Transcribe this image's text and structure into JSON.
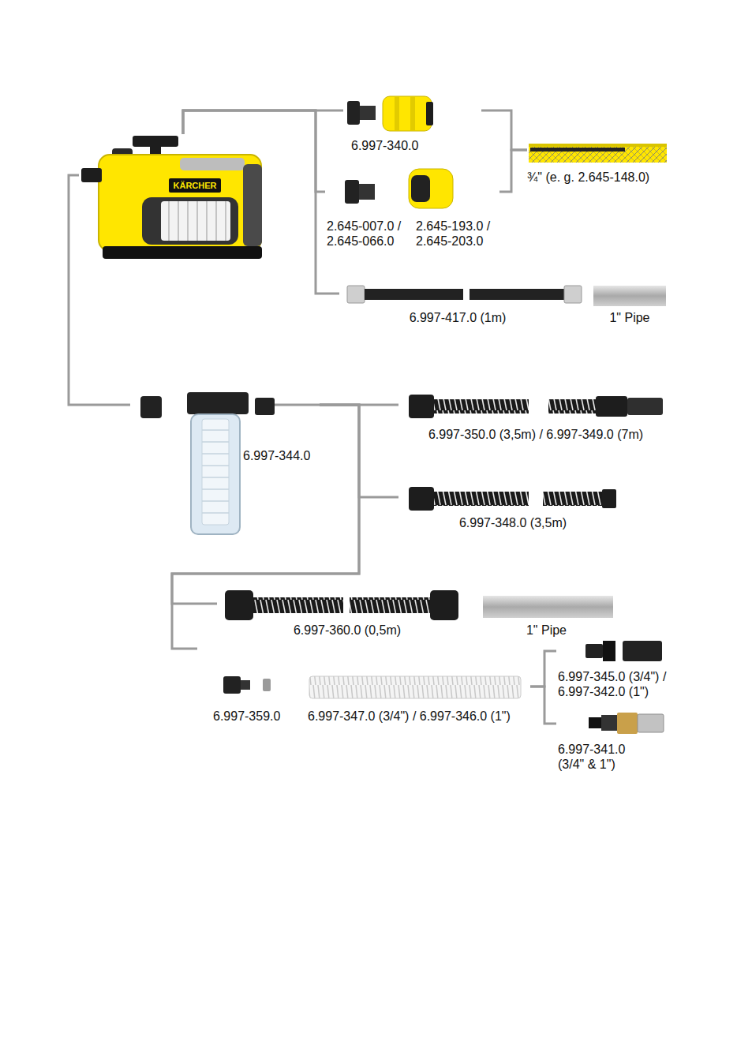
{
  "diagram": {
    "nodes": [
      {
        "text": [
          "KÄRCHER"
        ]
      },
      {
        "text": [
          "6.997-340.0"
        ]
      },
      {
        "text": [
          "¾\" (e. g. 2.645-148.0)"
        ]
      },
      {
        "text": [
          "2.645-007.0 / 2.645-066.0",
          "2.645-193.0 / 2.645-203.0"
        ]
      },
      {
        "text": [
          "6.997-417.0 (1m)"
        ]
      },
      {
        "text": [
          "1\" Pipe"
        ]
      },
      {
        "text": [
          "6.997-344.0"
        ]
      },
      {
        "text": [
          "6.997-350.0 (3,5m) / 6.997-349.0 (7m)"
        ]
      },
      {
        "text": [
          "6.997-348.0 (3,5m)"
        ]
      },
      {
        "text": [
          "6.997-360.0 (0,5m)"
        ]
      },
      {
        "text": [
          "1\" Pipe"
        ]
      },
      {
        "text": [
          "6.997-359.0"
        ]
      },
      {
        "text": [
          "6.997-347.0 (3/4\") / 6.997-346.0 (1\")"
        ]
      },
      {
        "text": [
          "6.997-345.0 (3/4\") / 6.997-342.0 (1\")"
        ]
      },
      {
        "text": [
          "6.997-341.0 (3/4\" & 1\")"
        ]
      }
    ],
    "edges": [
      {
        "from": 0,
        "to": 1,
        "arrow": "none"
      },
      {
        "from": 0,
        "to": 3,
        "arrow": "none"
      },
      {
        "from": 0,
        "to": 4,
        "arrow": "none"
      },
      {
        "from": 1,
        "to": 2,
        "arrow": "none"
      },
      {
        "from": 3,
        "to": 2,
        "arrow": "none"
      },
      {
        "from": 0,
        "to": 6,
        "arrow": "none"
      },
      {
        "from": 6,
        "to": 7,
        "arrow": "none"
      },
      {
        "from": 6,
        "to": 8,
        "arrow": "none"
      },
      {
        "from": 6,
        "to": 9,
        "arrow": "none"
      },
      {
        "from": 6,
        "to": 11,
        "arrow": "none"
      },
      {
        "from": 12,
        "to": 13,
        "arrow": "none"
      },
      {
        "from": 12,
        "to": 14,
        "arrow": "none"
      }
    ]
  }
}
